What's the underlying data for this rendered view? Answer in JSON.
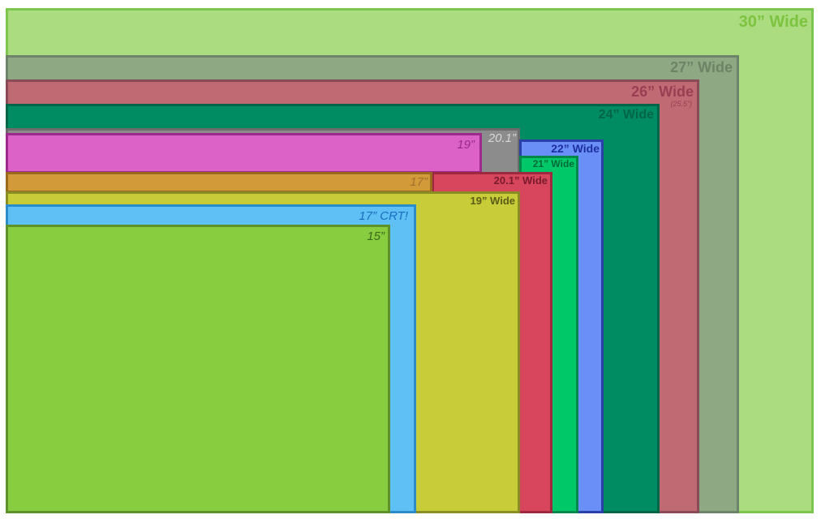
{
  "screens": [
    {
      "id": "w30",
      "label": "30” Wide",
      "fill": "#acdc80",
      "stroke": "#7cc64e",
      "text_color": "#7cc440"
    },
    {
      "id": "w27",
      "label": "27” Wide",
      "fill": "#8ea883",
      "stroke": "#6e846a",
      "text_color": "#6e8366"
    },
    {
      "id": "w26",
      "label": "26” Wide",
      "sublabel": "(25.5”)",
      "fill": "#c06a74",
      "stroke": "#8b4a58",
      "text_color": "#9a3e52"
    },
    {
      "id": "w24",
      "label": "24” Wide",
      "fill": "#008c62",
      "stroke": "#006647",
      "text_color": "#006646"
    },
    {
      "id": "s20_1",
      "label": "20.1”",
      "fill": "#8c8c8c",
      "stroke": "#6b6b6b",
      "text_color": "#d8d8d8"
    },
    {
      "id": "s19",
      "label": "19”",
      "fill": "#dc62c8",
      "stroke": "#9c2a8c",
      "text_color": "#9c2a8c"
    },
    {
      "id": "w22",
      "label": "22” Wide",
      "fill": "#6a8ff6",
      "stroke": "#2a3fa8",
      "text_color": "#1d2fa0"
    },
    {
      "id": "w21",
      "label": "21” Wide",
      "fill": "#00c868",
      "stroke": "#00884a",
      "text_color": "#006a38"
    },
    {
      "id": "w20_1",
      "label": "20.1” Wide",
      "fill": "#d8465e",
      "stroke": "#9e2840",
      "text_color": "#7a1a2c"
    },
    {
      "id": "s17",
      "label": "17”",
      "fill": "#d29a38",
      "stroke": "#9a6a1e",
      "text_color": "#a07030"
    },
    {
      "id": "w19",
      "label": "19” Wide",
      "fill": "#c8cc38",
      "stroke": "#8a8c24",
      "text_color": "#5a5c18"
    },
    {
      "id": "crt17",
      "label": "17” CRT!",
      "fill": "#5ec0f4",
      "stroke": "#2a8cc8",
      "text_color": "#1a6ec0"
    },
    {
      "id": "s15",
      "label": "15”",
      "fill": "#88cc40",
      "stroke": "#5e9228",
      "text_color": "#3c6a1a"
    }
  ]
}
